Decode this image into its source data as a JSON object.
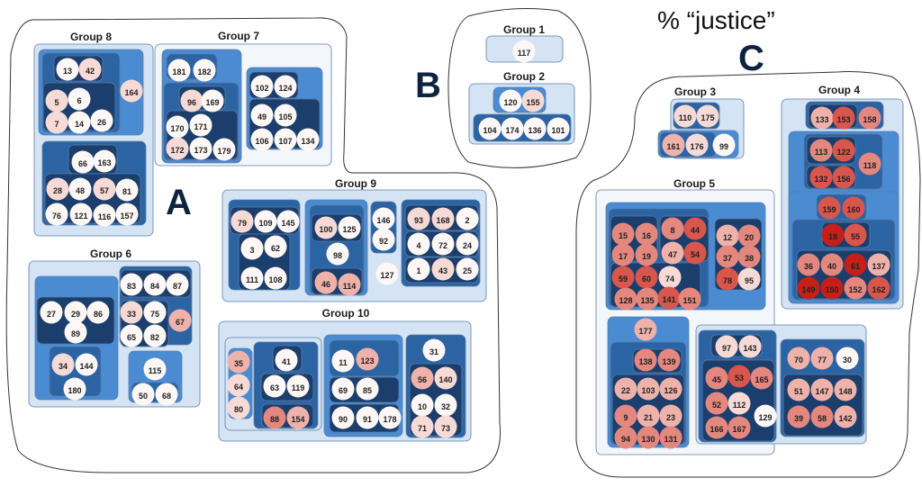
{
  "title": "% “justice”",
  "regions": [
    "A",
    "B",
    "C"
  ],
  "palette": {
    "w": "#fdf7f6",
    "l": "#f7dad5",
    "p": "#efb2aa",
    "m": "#e4877e",
    "r": "#d8564c",
    "d": "#c61f19"
  },
  "box_colors": {
    "pale": "#f3f7fc",
    "light": "#d5e4f4",
    "mid": "#4a8bd2",
    "dark": "#2c63a3",
    "darker": "#1b3e6c"
  },
  "groups": [
    {
      "label": "Group 1",
      "nodes": [
        [
          "117",
          "w"
        ]
      ]
    },
    {
      "label": "Group 2",
      "nodes": [
        [
          "120",
          "w"
        ],
        [
          "155",
          "l"
        ],
        [
          "104",
          "w"
        ],
        [
          "174",
          "w"
        ],
        [
          "136",
          "w"
        ],
        [
          "101",
          "w"
        ]
      ]
    },
    {
      "label": "Group 3",
      "nodes": [
        [
          "110",
          "l"
        ],
        [
          "175",
          "l"
        ],
        [
          "161",
          "p"
        ],
        [
          "176",
          "l"
        ],
        [
          "99",
          "w"
        ]
      ]
    },
    {
      "label": "Group 4",
      "nodes": [
        [
          "133",
          "p"
        ],
        [
          "153",
          "r"
        ],
        [
          "158",
          "m"
        ],
        [
          "113",
          "m"
        ],
        [
          "122",
          "r"
        ],
        [
          "118",
          "m"
        ],
        [
          "132",
          "r"
        ],
        [
          "156",
          "r"
        ],
        [
          "159",
          "r"
        ],
        [
          "160",
          "r"
        ],
        [
          "18",
          "d"
        ],
        [
          "55",
          "r"
        ],
        [
          "36",
          "m"
        ],
        [
          "40",
          "m"
        ],
        [
          "61",
          "d"
        ],
        [
          "137",
          "p"
        ],
        [
          "149",
          "d"
        ],
        [
          "150",
          "d"
        ],
        [
          "152",
          "m"
        ],
        [
          "162",
          "r"
        ]
      ]
    },
    {
      "label": "Group 5",
      "nodes": [
        [
          "15",
          "m"
        ],
        [
          "16",
          "m"
        ],
        [
          "8",
          "m"
        ],
        [
          "44",
          "r"
        ],
        [
          "17",
          "m"
        ],
        [
          "19",
          "m"
        ],
        [
          "47",
          "p"
        ],
        [
          "54",
          "r"
        ],
        [
          "59",
          "r"
        ],
        [
          "60",
          "r"
        ],
        [
          "74",
          "l"
        ],
        [
          "128",
          "m"
        ],
        [
          "135",
          "m"
        ],
        [
          "141",
          "r"
        ],
        [
          "151",
          "m"
        ],
        [
          "12",
          "p"
        ],
        [
          "20",
          "m"
        ],
        [
          "37",
          "m"
        ],
        [
          "38",
          "m"
        ],
        [
          "78",
          "r"
        ],
        [
          "95",
          "l"
        ],
        [
          "177",
          "p"
        ],
        [
          "138",
          "m"
        ],
        [
          "139",
          "m"
        ],
        [
          "22",
          "p"
        ],
        [
          "103",
          "p"
        ],
        [
          "126",
          "p"
        ],
        [
          "9",
          "m"
        ],
        [
          "21",
          "p"
        ],
        [
          "23",
          "p"
        ],
        [
          "94",
          "m"
        ],
        [
          "130",
          "m"
        ],
        [
          "131",
          "m"
        ],
        [
          "97",
          "l"
        ],
        [
          "143",
          "l"
        ],
        [
          "45",
          "m"
        ],
        [
          "53",
          "r"
        ],
        [
          "165",
          "m"
        ],
        [
          "52",
          "m"
        ],
        [
          "112",
          "l"
        ],
        [
          "129",
          "w"
        ],
        [
          "166",
          "m"
        ],
        [
          "167",
          "m"
        ],
        [
          "70",
          "p"
        ],
        [
          "77",
          "p"
        ],
        [
          "30",
          "w"
        ],
        [
          "51",
          "p"
        ],
        [
          "147",
          "p"
        ],
        [
          "148",
          "p"
        ],
        [
          "39",
          "m"
        ],
        [
          "58",
          "m"
        ],
        [
          "142",
          "p"
        ]
      ]
    },
    {
      "label": "Group 6",
      "nodes": [
        [
          "83",
          "w"
        ],
        [
          "84",
          "w"
        ],
        [
          "87",
          "w"
        ],
        [
          "27",
          "w"
        ],
        [
          "29",
          "w"
        ],
        [
          "86",
          "w"
        ],
        [
          "89",
          "w"
        ],
        [
          "33",
          "l"
        ],
        [
          "75",
          "w"
        ],
        [
          "67",
          "p"
        ],
        [
          "65",
          "w"
        ],
        [
          "82",
          "w"
        ],
        [
          "34",
          "l"
        ],
        [
          "144",
          "w"
        ],
        [
          "180",
          "w"
        ],
        [
          "115",
          "w"
        ],
        [
          "50",
          "w"
        ],
        [
          "68",
          "w"
        ]
      ]
    },
    {
      "label": "Group 7",
      "nodes": [
        [
          "181",
          "w"
        ],
        [
          "182",
          "w"
        ],
        [
          "96",
          "l"
        ],
        [
          "169",
          "w"
        ],
        [
          "170",
          "w"
        ],
        [
          "171",
          "w"
        ],
        [
          "172",
          "l"
        ],
        [
          "173",
          "w"
        ],
        [
          "179",
          "w"
        ],
        [
          "102",
          "w"
        ],
        [
          "124",
          "w"
        ],
        [
          "49",
          "w"
        ],
        [
          "105",
          "w"
        ],
        [
          "106",
          "w"
        ],
        [
          "107",
          "w"
        ],
        [
          "134",
          "w"
        ]
      ]
    },
    {
      "label": "Group 8",
      "nodes": [
        [
          "13",
          "w"
        ],
        [
          "42",
          "l"
        ],
        [
          "5",
          "l"
        ],
        [
          "6",
          "w"
        ],
        [
          "7",
          "l"
        ],
        [
          "14",
          "w"
        ],
        [
          "26",
          "w"
        ],
        [
          "164",
          "l"
        ],
        [
          "66",
          "w"
        ],
        [
          "163",
          "w"
        ],
        [
          "28",
          "l"
        ],
        [
          "48",
          "w"
        ],
        [
          "57",
          "l"
        ],
        [
          "81",
          "w"
        ],
        [
          "76",
          "w"
        ],
        [
          "121",
          "w"
        ],
        [
          "116",
          "w"
        ],
        [
          "157",
          "w"
        ]
      ]
    },
    {
      "label": "Group 9",
      "nodes": [
        [
          "79",
          "l"
        ],
        [
          "109",
          "w"
        ],
        [
          "145",
          "w"
        ],
        [
          "3",
          "w"
        ],
        [
          "62",
          "w"
        ],
        [
          "111",
          "w"
        ],
        [
          "108",
          "w"
        ],
        [
          "100",
          "l"
        ],
        [
          "125",
          "w"
        ],
        [
          "98",
          "w"
        ],
        [
          "46",
          "p"
        ],
        [
          "114",
          "p"
        ],
        [
          "146",
          "w"
        ],
        [
          "92",
          "w"
        ],
        [
          "127",
          "w"
        ],
        [
          "93",
          "l"
        ],
        [
          "168",
          "l"
        ],
        [
          "2",
          "w"
        ],
        [
          "4",
          "w"
        ],
        [
          "72",
          "w"
        ],
        [
          "24",
          "w"
        ],
        [
          "1",
          "w"
        ],
        [
          "43",
          "l"
        ],
        [
          "25",
          "w"
        ]
      ]
    },
    {
      "label": "Group 10",
      "nodes": [
        [
          "35",
          "p"
        ],
        [
          "64",
          "l"
        ],
        [
          "80",
          "l"
        ],
        [
          "41",
          "w"
        ],
        [
          "63",
          "w"
        ],
        [
          "119",
          "w"
        ],
        [
          "88",
          "m"
        ],
        [
          "154",
          "p"
        ],
        [
          "11",
          "w"
        ],
        [
          "123",
          "p"
        ],
        [
          "69",
          "w"
        ],
        [
          "85",
          "w"
        ],
        [
          "90",
          "w"
        ],
        [
          "91",
          "w"
        ],
        [
          "178",
          "w"
        ],
        [
          "31",
          "w"
        ],
        [
          "56",
          "p"
        ],
        [
          "140",
          "l"
        ],
        [
          "10",
          "w"
        ],
        [
          "32",
          "w"
        ],
        [
          "71",
          "l"
        ],
        [
          "73",
          "l"
        ]
      ]
    }
  ]
}
